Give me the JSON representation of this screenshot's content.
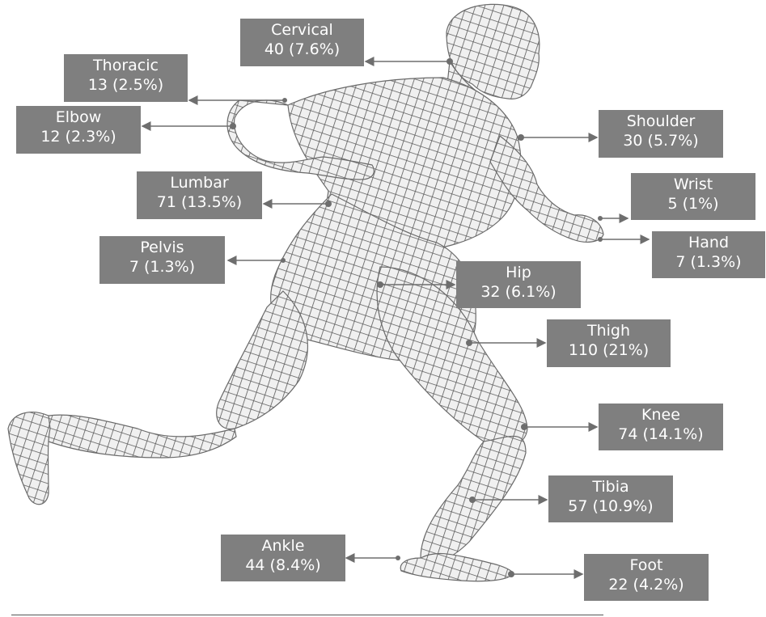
{
  "diagram": {
    "labels": [
      {
        "id": "cervical",
        "name": "Cervical",
        "stat": "40 (7.6%)"
      },
      {
        "id": "thoracic",
        "name": "Thoracic",
        "stat": "13 (2.5%)"
      },
      {
        "id": "elbow",
        "name": "Elbow",
        "stat": "12 (2.3%)"
      },
      {
        "id": "lumbar",
        "name": "Lumbar",
        "stat": "71 (13.5%)"
      },
      {
        "id": "pelvis",
        "name": "Pelvis",
        "stat": "7 (1.3%)"
      },
      {
        "id": "shoulder",
        "name": "Shoulder",
        "stat": "30 (5.7%)"
      },
      {
        "id": "wrist",
        "name": "Wrist",
        "stat": "5 (1%)"
      },
      {
        "id": "hand",
        "name": "Hand",
        "stat": "7 (1.3%)"
      },
      {
        "id": "hip",
        "name": "Hip",
        "stat": "32 (6.1%)"
      },
      {
        "id": "thigh",
        "name": "Thigh",
        "stat": "110 (21%)"
      },
      {
        "id": "knee",
        "name": "Knee",
        "stat": "74 (14.1%)"
      },
      {
        "id": "tibia",
        "name": "Tibia",
        "stat": "57 (10.9%)"
      },
      {
        "id": "ankle",
        "name": "Ankle",
        "stat": "44 (8.4%)"
      },
      {
        "id": "foot",
        "name": "Foot",
        "stat": "22 (4.2%)"
      }
    ],
    "colors": {
      "label_bg": "#7f7f7f",
      "label_text": "#ffffff",
      "arrow": "#6e6e6e",
      "figure_fill": "#e6e6e6",
      "figure_mesh": "#555555"
    }
  }
}
